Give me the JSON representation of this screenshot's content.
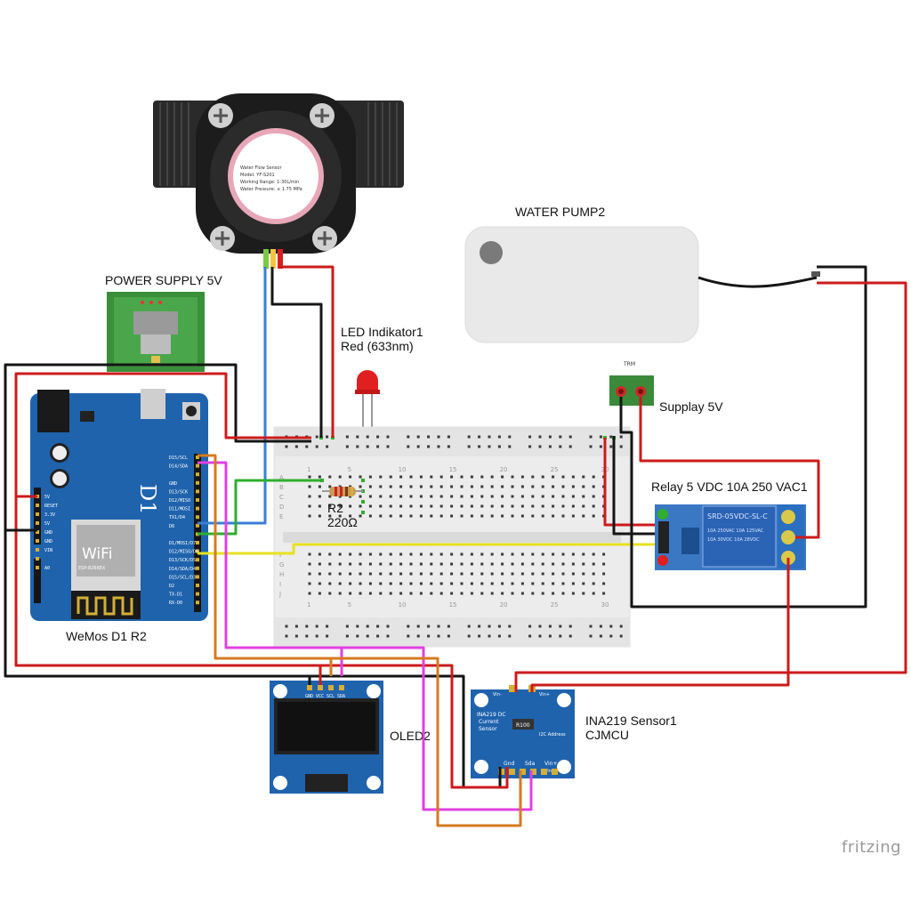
{
  "labels": {
    "water_pump": "WATER PUMP2",
    "power_supply": "POWER SUPPLY 5V",
    "led_line1": "LED Indikator1",
    "led_line2": "Red (633nm)",
    "terminal_small": "TRM",
    "supply": "Supplay 5V",
    "relay": "Relay 5 VDC 10A 250 VAC1",
    "resistor_name": "R2",
    "resistor_value": "220Ω",
    "wemos": "WeMos D1 R2",
    "oled": "OLED2",
    "ina_line1": "INA219 Sensor1",
    "ina_line2": "CJMCU",
    "watermark": "fritzing"
  },
  "flow_sensor": {
    "line1": "Water Flow Sensor",
    "line2": "Model: YF-S201",
    "line3": "Working Range: 1-30L/min",
    "line4": "Water Pressure: ≤ 1.75 MPa"
  },
  "wemos_board": {
    "brand": "D1",
    "module_brand": "WiFi",
    "module_model": "ESP-8266EX",
    "left_pins": [
      "5V",
      "RESET",
      "3.3V",
      "5V",
      "GND",
      "GND",
      "VIN",
      "",
      "A0"
    ],
    "right_pins": [
      "D15/SCL",
      "D14/SDA",
      "",
      "GND",
      "D13/SCK",
      "D12/MISO",
      "D11/MOSI",
      "TX1/D4",
      "D8",
      "",
      "D1/MOSI/D7",
      "D12/MISO/D6",
      "D13/SCK/D5",
      "D14/SDA/D4",
      "D15/SCL/D3",
      "D2",
      "TX-D1",
      "RX-D0"
    ]
  },
  "breadboard": {
    "column_numbers": [
      "1",
      "5",
      "10",
      "15",
      "20",
      "25",
      "30"
    ],
    "row_letters_top": [
      "A",
      "B",
      "C",
      "D",
      "E"
    ],
    "row_letters_bottom": [
      "F",
      "G",
      "H",
      "I",
      "J"
    ]
  },
  "relay_board": {
    "relay_text": "SRD-05VDC-SL-C",
    "rating1": "10A 250VAC  10A 125VAC",
    "rating2": "10A 30VDC  10A 28VDC"
  },
  "oled_board": {
    "pins": [
      "GND",
      "VCC",
      "SCL",
      "SDA"
    ]
  },
  "ina_board": {
    "title1": "INA219 DC",
    "title2": "Current",
    "title3": "Sensor",
    "shunt": "R100",
    "pin_vin_minus_top": "Vin-",
    "pin_vin_plus_top": "Vin+",
    "i2c": "I2C Address",
    "pin_gnd": "Gnd",
    "pin_sda": "Sda",
    "pin_vin_plus": "Vin+",
    "pin_vin_minus": "Vin-"
  },
  "colors": {
    "wire_red": "#cc1b1b",
    "wire_black": "#151515",
    "wire_blue": "#3a7ed6",
    "wire_green": "#2fae2f",
    "wire_yellow": "#e8e020",
    "wire_magenta": "#e040e0",
    "wire_orange": "#d67a20",
    "board_blue": "#1f63ad",
    "pcb_green": "#2f8a3a"
  }
}
